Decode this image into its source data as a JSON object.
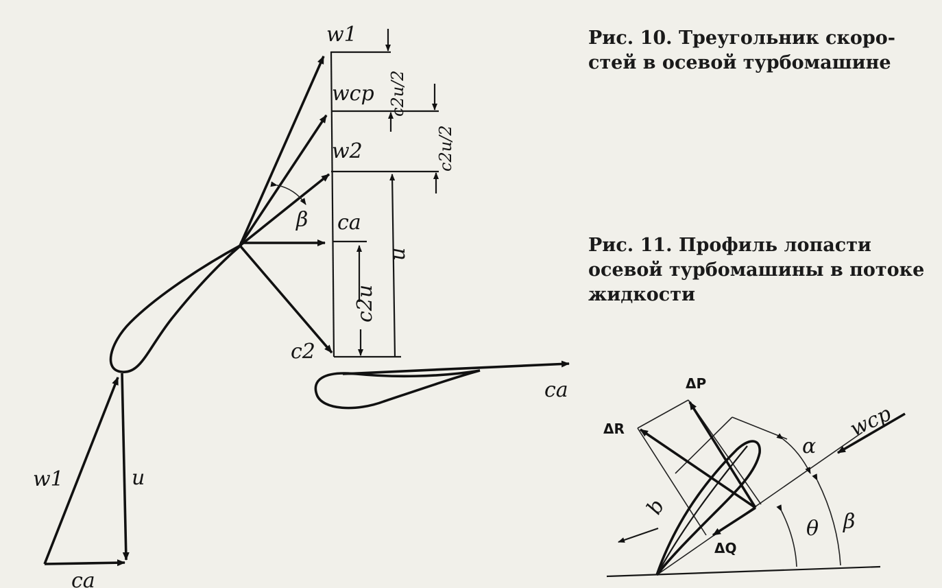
{
  "captions": {
    "fig10": "Рис. 10. Треугольник скоро-стей в осевой турбомашине",
    "fig11": "Рис. 11. Профиль лопасти осевой турбомашины в потоке жидкости"
  },
  "fig10_labels": {
    "w1_top": "w1",
    "wcp": "wcp",
    "w2": "w2",
    "ca": "ca",
    "beta": "β",
    "u_right": "u",
    "c2u": "c2u",
    "c2u_half_1": "c2u/2",
    "c2u_half_2": "c2u/2",
    "c2": "c2",
    "ca_bottom": "ca",
    "w1_left": "w1",
    "u_left": "u",
    "ca_left_bottom": "ca"
  },
  "fig11_labels": {
    "dP": "ΔP",
    "dR": "ΔR",
    "dQ": "ΔQ",
    "b": "b",
    "wcp": "wcp",
    "alpha": "α",
    "theta": "θ",
    "beta": "β"
  },
  "colors": {
    "ink": "#141414",
    "paper": "#f1f0ea"
  }
}
